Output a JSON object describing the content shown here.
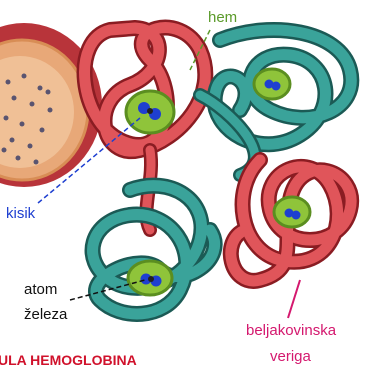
{
  "colors": {
    "heme": "#5b9a2a",
    "oxygen": "#1e3fd0",
    "chain": "#d4186e",
    "title": "#d0112b",
    "red_chain": "#d9434a",
    "teal_chain": "#2f8f88",
    "cell": "#c83a3a"
  },
  "labels": {
    "hem": "hem",
    "kisik": "kisik",
    "atom": "atom",
    "zeleza": "železa",
    "beljakovinska": "beljakovinska",
    "veriga": "veriga",
    "title": "ULA HEMOGLOBINA"
  }
}
